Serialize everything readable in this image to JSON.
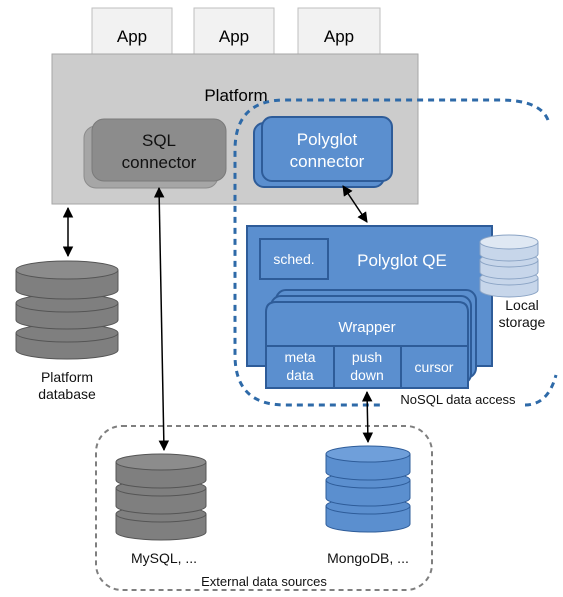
{
  "apps": [
    "App",
    "App",
    "App"
  ],
  "platform": {
    "title": "Platform"
  },
  "sql_connector": {
    "line1": "SQL",
    "line2": "connector"
  },
  "polyglot_connector": {
    "line1": "Polyglot",
    "line2": "connector"
  },
  "platform_database": {
    "line1": "Platform",
    "line2": "database"
  },
  "polyglot_qe": {
    "title": "Polyglot QE",
    "scheduler": "sched.",
    "wrapper": "Wrapper",
    "cells": [
      {
        "line1": "meta",
        "line2": "data"
      },
      {
        "line1": "push",
        "line2": "down"
      },
      {
        "line1": "cursor",
        "line2": ""
      }
    ]
  },
  "local_storage": {
    "line1": "Local",
    "line2": "storage"
  },
  "nosql_region": {
    "label": "NoSQL data access"
  },
  "external_sources": {
    "label": "External data sources",
    "mysql": "MySQL, ...",
    "mongodb": "MongoDB, ..."
  },
  "colors": {
    "gray_box": "#cccccc",
    "gray_border": "#a6a6a6",
    "gray_db": "#7f7f7f",
    "blue_fill": "#5b8fcf",
    "blue_border": "#2e5c99",
    "blue_dash": "#2e6aa8",
    "light_blue": "#c7d6ea"
  }
}
